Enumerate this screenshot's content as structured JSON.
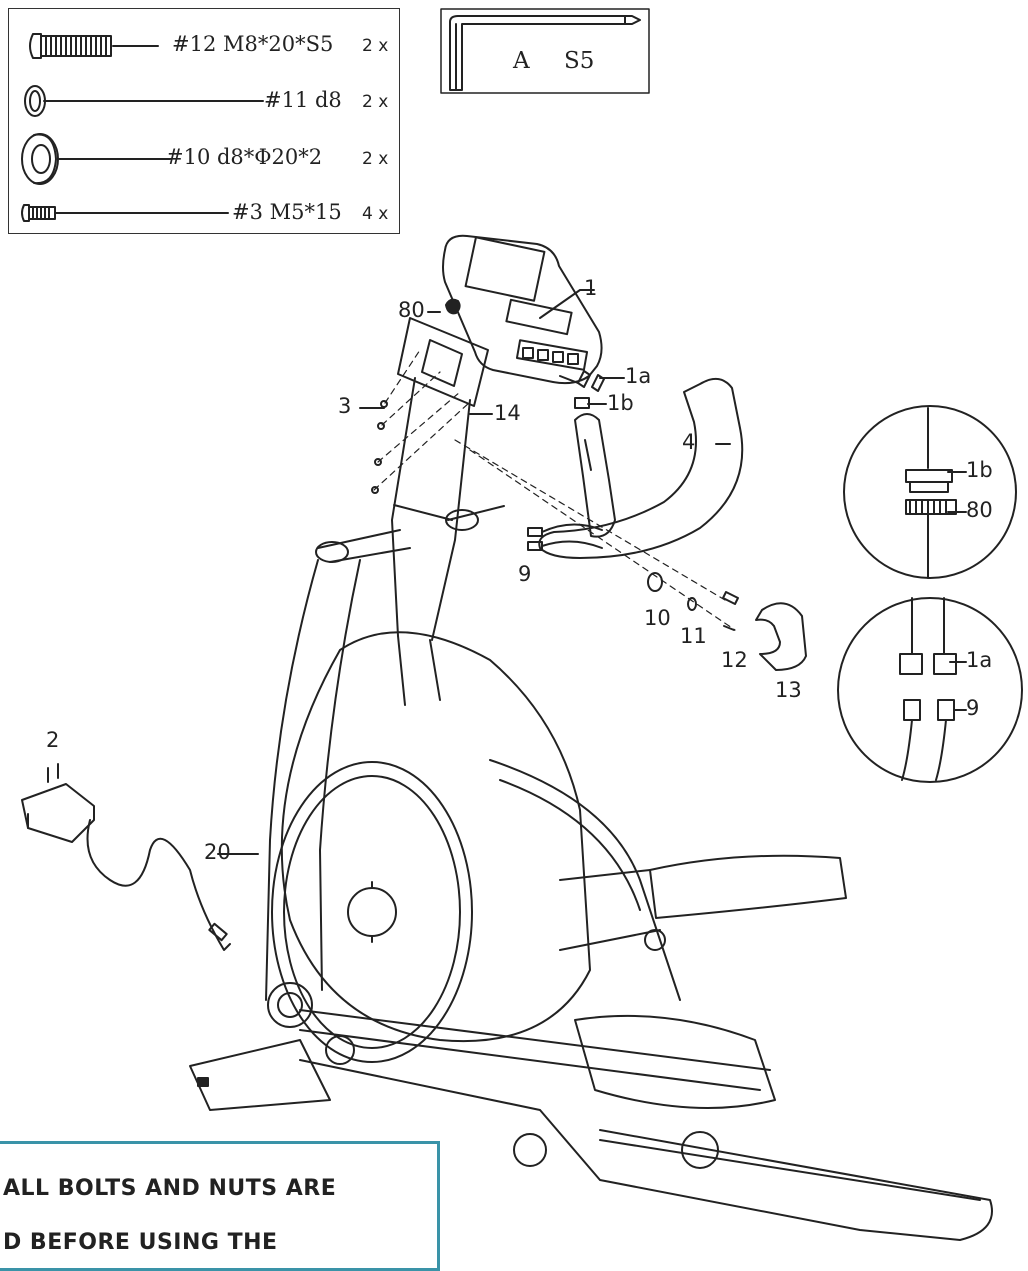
{
  "hardware": [
    {
      "code": "#12  M8*20*S5",
      "qty": "2 x",
      "icon": "bolt-icon"
    },
    {
      "code": "#11  d8",
      "qty": "2 x",
      "icon": "split-washer-icon"
    },
    {
      "code": "#10  d8*Φ20*2",
      "qty": "2 x",
      "icon": "flat-washer-icon"
    },
    {
      "code": "#3  M5*15",
      "qty": "4 x",
      "icon": "screw-icon"
    }
  ],
  "tool": {
    "letter": "A",
    "size": "S5",
    "icon": "allen-wrench-icon"
  },
  "callouts": {
    "c1": "1",
    "c80": "80",
    "c1a": "1a",
    "c1b": "1b",
    "c3": "3",
    "c14": "14",
    "c4": "4",
    "c9": "9",
    "c10": "10",
    "c11": "11",
    "c12": "12",
    "c13": "13",
    "c2": "2",
    "c20": "20",
    "d1b": "1b",
    "d80": "80",
    "d1a": "1a",
    "d9": "9"
  },
  "notice": {
    "line1": "ALL BOLTS AND NUTS ARE",
    "line2": "D BEFORE USING THE"
  },
  "colors": {
    "line": "#222222",
    "notice_border": "#3a93a8"
  }
}
